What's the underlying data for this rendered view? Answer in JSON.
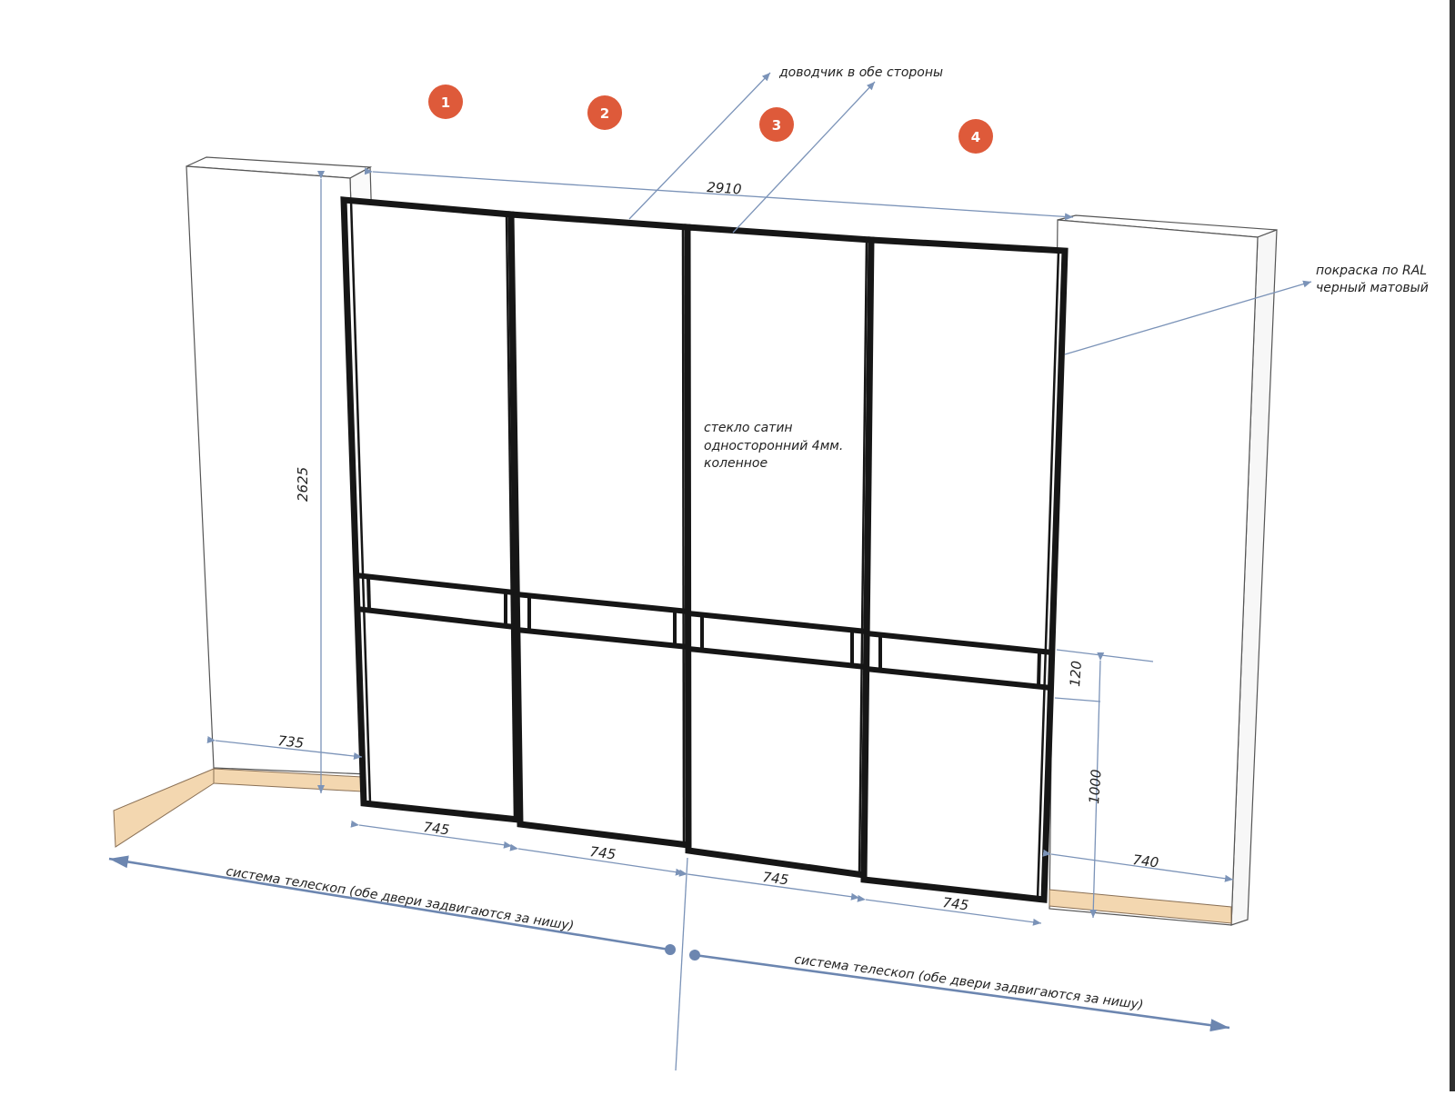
{
  "badges": [
    "1",
    "2",
    "3",
    "4"
  ],
  "dimensions": {
    "total_width": "2910",
    "height": "2625",
    "left_niche": "735",
    "right_niche": "740",
    "door_widths": [
      "745",
      "745",
      "745",
      "745"
    ],
    "rail_height": "120",
    "rail_elevation": "1000"
  },
  "notes": {
    "closer": "доводчик в обе стороны",
    "paint_line1": "покраска по RAL",
    "paint_line2": "черный матовый",
    "glass_line1": "стекло сатин",
    "glass_line2": "односторонний 4мм.",
    "glass_line3": "коленное",
    "telescope_left": "система телескоп  (обе двери задвигаются за нишу)",
    "telescope_right": "система телескоп (обе двери задвигаются за нишу)"
  },
  "colors": {
    "badge": "#de5a3a",
    "frame": "#161616",
    "dimension_line": "#7b93b8",
    "floor_board": "#f3d7b0",
    "wall_outline": "#555555"
  }
}
